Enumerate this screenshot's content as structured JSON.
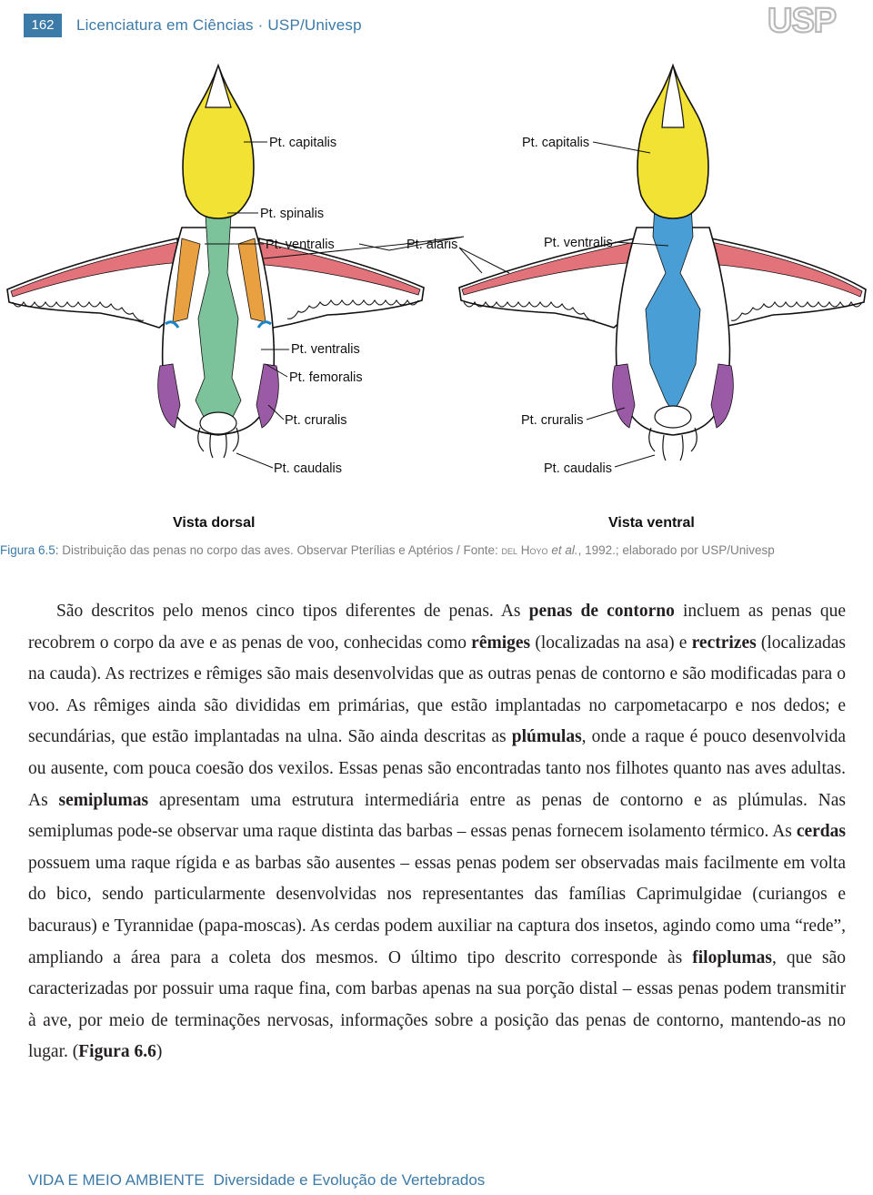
{
  "header": {
    "page_number": "162",
    "course": "Licenciatura em Ciências · USP/Univesp",
    "logo": "USP"
  },
  "figure": {
    "dorsal_labels": [
      "Pt. capitalis",
      "Pt. spinalis",
      "Pt. ventralis",
      "Pt. alaris",
      "Pt. ventralis",
      "Pt. femoralis",
      "Pt. cruralis",
      "Pt. caudalis"
    ],
    "ventral_labels": [
      "Pt. capitalis",
      "Pt. ventralis",
      "Pt. cruralis",
      "Pt. caudalis"
    ],
    "view_dorsal": "Vista dorsal",
    "view_ventral": "Vista ventral",
    "colors": {
      "capitalis": "#f2e233",
      "spinalis": "#7cc29a",
      "humeral": "#e9a040",
      "alaris": "#e2737a",
      "femoralis": "#1b84c6",
      "cruralis": "#9b5aa6",
      "ventralis": "#4a9ed6"
    }
  },
  "caption": {
    "label": "Figura 6.5:",
    "text_a": " Distribuição das penas no corpo das aves. Observar Pterílias e Aptérios / Fonte: ",
    "sc": "del Hoyo",
    "italic": " et al.",
    "text_b": ", 1992.; elaborado por USP/Univesp"
  },
  "body": {
    "s1": "São descritos pelo menos cinco tipos diferentes de penas. As ",
    "b1": "penas de contorno",
    "s2": " incluem as penas que recobrem o corpo da ave e as penas de voo, conhecidas como ",
    "b2": "rêmiges",
    "s3": " (localizadas na asa) e ",
    "b3": "rectrizes",
    "s4": " (localizadas na cauda). As rectrizes e rêmiges são mais desenvolvidas que as outras penas de contorno e são modificadas para o voo. As rêmiges ainda são divididas em primárias, que estão implantadas no carpometacarpo e nos dedos; e secundárias, que estão implantadas na ulna. São ainda descritas as ",
    "b4": "plúmulas",
    "s5": ", onde a raque é pouco desenvolvida ou ausente, com pouca coesão dos vexilos. Essas penas são encontradas tanto nos filhotes quanto nas aves adultas. As ",
    "b5": "semiplumas",
    "s6": " apresentam uma estrutura intermediária entre as penas de contorno e as plúmulas. Nas semiplumas pode-se observar uma raque distinta das barbas – essas penas fornecem isolamento térmico. As ",
    "b6": "cerdas",
    "s7": " possuem uma raque rígida e as barbas são ausentes – essas penas podem ser observadas mais facilmente em volta do bico, sendo particularmente desenvolvidas nos representantes das famílias Caprimulgidae (curiangos e bacuraus) e Tyrannidae (papa-moscas). As cerdas podem auxiliar na captura dos insetos, agindo como uma “rede”, ampliando a área para a coleta dos mesmos. O último tipo descrito corresponde às ",
    "b7": "filoplumas",
    "s8": ", que são caracterizadas por possuir uma raque fina, com barbas apenas na sua porção distal – essas penas podem transmitir à ave, por meio de terminações nervosas, informações sobre a posição das penas de contorno, mantendo-as no lugar. (",
    "b8": "Figura 6.6",
    "s9": ")"
  },
  "footer": {
    "series": "VIDA E MEIO AMBIENTE",
    "title": "Diversidade e Evolução de Vertebrados"
  }
}
